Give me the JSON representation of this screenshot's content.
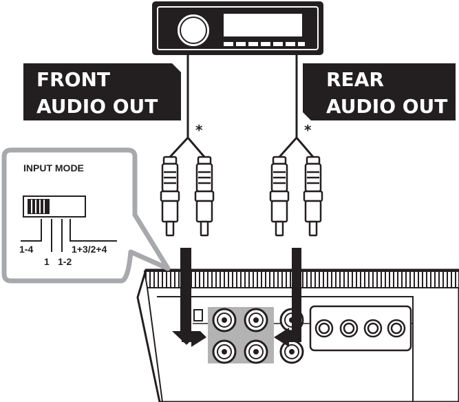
{
  "labels": {
    "front_line1": "FRONT",
    "front_line2": "AUDIO OUT",
    "rear_line1": "REAR",
    "rear_line2": "AUDIO OUT"
  },
  "input_mode": {
    "title": "INPUT MODE",
    "options": [
      "1-4",
      "1",
      "1-2",
      "1+3/2+4"
    ]
  },
  "footnote_marker": "*",
  "colors": {
    "ink": "#231f20",
    "callout_border": "#a7a9ac",
    "highlight": "#b3b3b3"
  }
}
